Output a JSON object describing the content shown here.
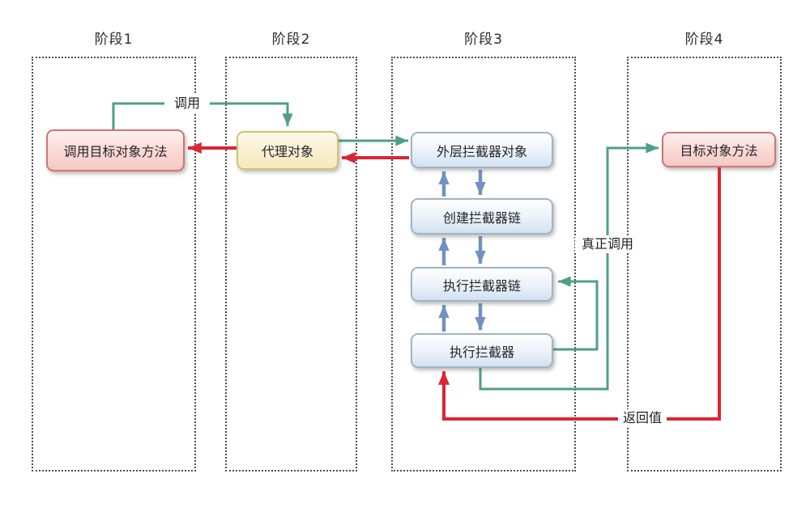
{
  "diagram": {
    "stages": [
      {
        "label": "阶段1"
      },
      {
        "label": "阶段2"
      },
      {
        "label": "阶段3"
      },
      {
        "label": "阶段4"
      }
    ],
    "nodes": {
      "call_target_method": {
        "label": "调用目标对象方法"
      },
      "proxy_object": {
        "label": "代理对象"
      },
      "outer_interceptor_object": {
        "label": "外层拦截器对象"
      },
      "create_interceptor_chain": {
        "label": "创建拦截器链"
      },
      "execute_interceptor_chain": {
        "label": "执行拦截器链"
      },
      "execute_interceptor": {
        "label": "执行拦截器"
      },
      "target_object_method": {
        "label": "目标对象方法"
      }
    },
    "edge_labels": {
      "call": "调用",
      "real_call": "真正调用",
      "return_value": "返回值"
    },
    "colors": {
      "call_arrow_green": "#4f9e88",
      "return_arrow_red": "#da2535",
      "chain_arrow_blue": "#7191c3",
      "pink_node_border": "#cf7570",
      "yellow_node_border": "#d2c177",
      "blue_node_border": "#9fb4c7",
      "column_border": "#4f4f4f"
    }
  }
}
